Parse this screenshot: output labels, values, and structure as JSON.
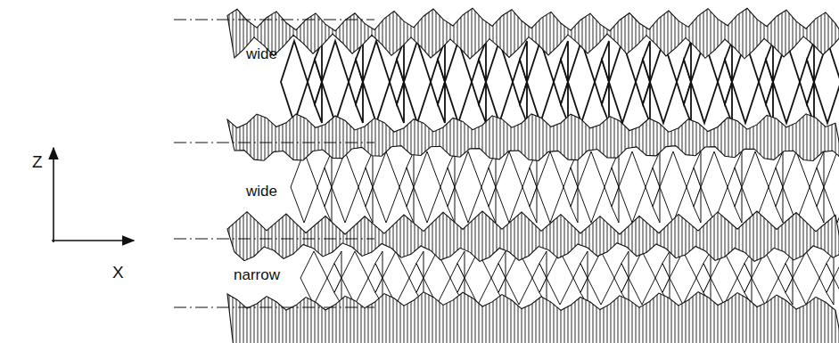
{
  "diagram": {
    "labels": [
      "wide",
      "wide",
      "narrow",
      "Z",
      "X"
    ]
  }
}
